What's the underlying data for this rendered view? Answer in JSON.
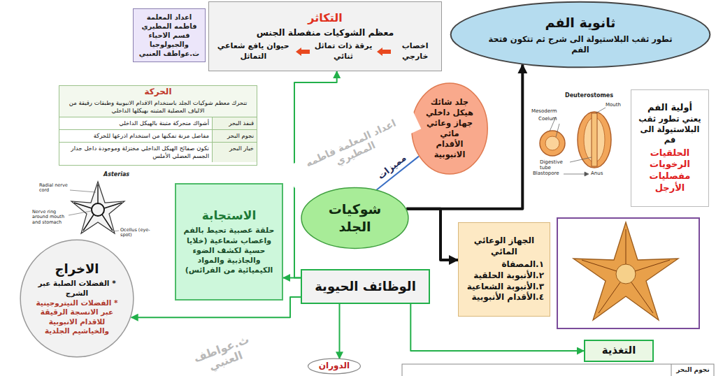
{
  "diagram": {
    "nodes": [
      {
        "text": [
          "اعداد المعلمة فاطمه المطيري",
          "قسم الاحياء والجيولوجيا",
          "ث.عواطف العنبي"
        ]
      },
      {
        "text": [
          "التكاثر",
          "معظم الشوكيات منفصلة الجنس",
          "اخصاب خارجي",
          "يرقة ذات تماثل ثنائي",
          "حيوان يافع شعاعي التماثل"
        ]
      },
      {
        "text": [
          "ثانوية الفم",
          "تطور ثقب البلاستيولة الى شرج ثم تتكون فتحة الفم"
        ]
      },
      {
        "text": [
          "الحركة",
          "تتحرك معظم شوكيات الجلد باستخدام الاقدام الانبوبية وطبقات رقيقة من الالياف العضلية المثبته بهيكلها الداخلي",
          "قنفذ البحر",
          "أشواك متحركة مثبتة بالهيكل الداخلي",
          "نجوم البحر",
          "مفاصل مرنة تمكنها من استخدام اذرعها للحركة",
          "خيار البحر",
          "تكون صفائح الهيكل الداخلي مختزلة وموجودة داخل جدار الجسم العضلي الأملس"
        ]
      },
      {
        "text": [
          "جلد شائك",
          "هيكل داخلي",
          "جهاز وعائي مائي",
          "الأقدام الانبوبية"
        ]
      },
      {
        "text": [
          "أولية الفم",
          "يعني تطور ثقب البلاستيولة الى فم",
          "الحلقيات",
          "الرخويات",
          "مفصليات الأرجل"
        ]
      },
      {
        "text": [
          "الاستجابة",
          "حلقة عصبية تحيط بالفم واعصاب شعاعية (خلايا حسية لكشف الضوء والجاذبية والمواد الكيميائية من الفرائس)"
        ]
      },
      {
        "text": [
          "شوكيات الجلد"
        ]
      },
      {
        "text": [
          "الجهاز الوعائي المائي",
          "١.المصفاة",
          "٢.الأنبوبة الحلقية",
          "٣.الأنبوبة الشعاعية",
          "٤.الأقدام الأنبوبية"
        ]
      },
      {
        "text": [
          "الاخراج",
          "* الفضلات الصلبة عبر الشرج",
          "* الفضلات النيتروجينية عبر الانسجة الرقيقة للاقدام الانبوبية والخياشيم الجلدية"
        ]
      },
      {
        "text": [
          "الوظائف الحيوية"
        ]
      },
      {
        "text": [
          "التغذية"
        ]
      },
      {
        "text": [
          "الدوران"
        ]
      }
    ],
    "edges": [
      {
        "from": 7,
        "to": 2,
        "arrow": "to"
      },
      {
        "from": 7,
        "to": 8,
        "arrow": "to"
      },
      {
        "from": 7,
        "to": 4,
        "label": "مميزات",
        "arrow": "none"
      },
      {
        "from": 10,
        "to": 1,
        "arrow": "to"
      },
      {
        "from": 10,
        "to": 6,
        "arrow": "to"
      },
      {
        "from": 10,
        "to": 9,
        "arrow": "to"
      },
      {
        "from": 10,
        "to": 11,
        "arrow": "to"
      },
      {
        "from": 10,
        "to": 12,
        "arrow": "to"
      }
    ],
    "labels": [
      "Deuterostomes",
      "Mouth",
      "Mesoderm",
      "Coelum",
      "Digestive tube",
      "Blastopore",
      "Anus",
      "Asterias",
      "Radial nerve cord",
      "Nerve ring around mouth and stomach",
      "Ocellus (eye-spot)",
      "اعداد المعلمة فاطمه المطيري",
      "ث.عواطف العنبي",
      "نجوم البحر"
    ]
  }
}
